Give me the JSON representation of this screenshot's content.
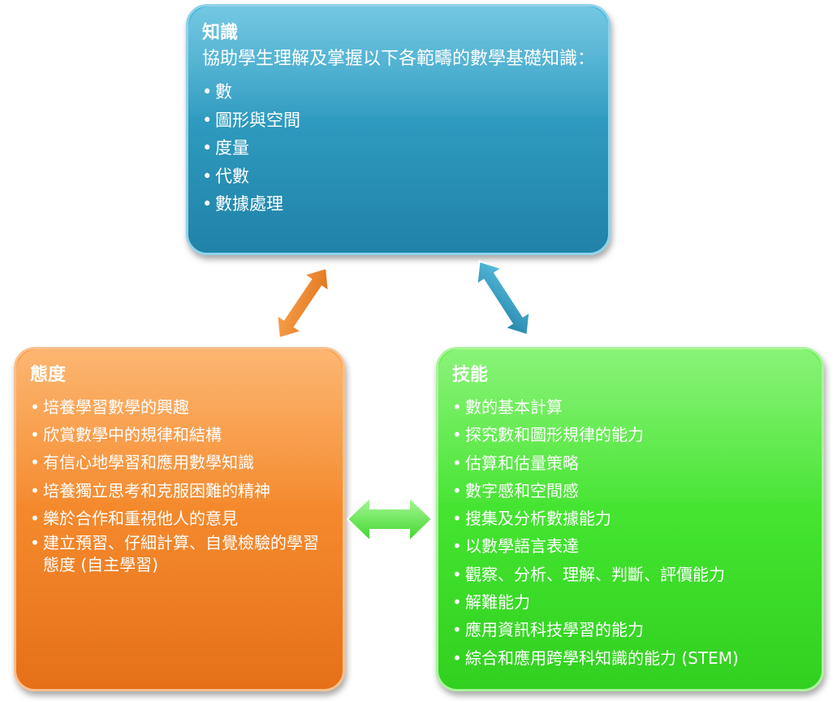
{
  "knowledge": {
    "title": "知識",
    "intro": "協助學生理解及掌握以下各範疇的數學基礎知識：",
    "items": [
      "數",
      "圖形與空間",
      "度量",
      "代數",
      "數據處理"
    ],
    "color": "#2c96bb"
  },
  "attitude": {
    "title": "態度",
    "items": [
      "培養學習數學的興趣",
      "欣賞數學中的規律和結構",
      "有信心地學習和應用數學知識",
      "培養獨立思考和克服困難的精神",
      "樂於合作和重視他人的意見",
      "建立預習、仔細計算、自覺檢驗的學習態度 (自主學習)"
    ],
    "color": "#f3862a"
  },
  "skills": {
    "title": "技能",
    "items": [
      "數的基本計算",
      "探究數和圖形規律的能力",
      "估算和估量策略",
      "數字感和空間感",
      "搜集及分析數據能力",
      "以數學語言表達",
      "觀察、分析、理解、判斷、評價能力",
      "解難能力",
      "應用資訊科技學習的能力",
      "綜合和應用跨學科知識的能力 (STEM)"
    ],
    "color": "#41e22e"
  },
  "connectors": [
    {
      "name": "knowledge-attitude",
      "color": "#f28c28",
      "icon": "double-arrow-icon"
    },
    {
      "name": "knowledge-skills",
      "color": "#31a3c9",
      "icon": "double-arrow-icon"
    },
    {
      "name": "attitude-skills",
      "color": "#55e639",
      "icon": "double-arrow-icon"
    }
  ]
}
